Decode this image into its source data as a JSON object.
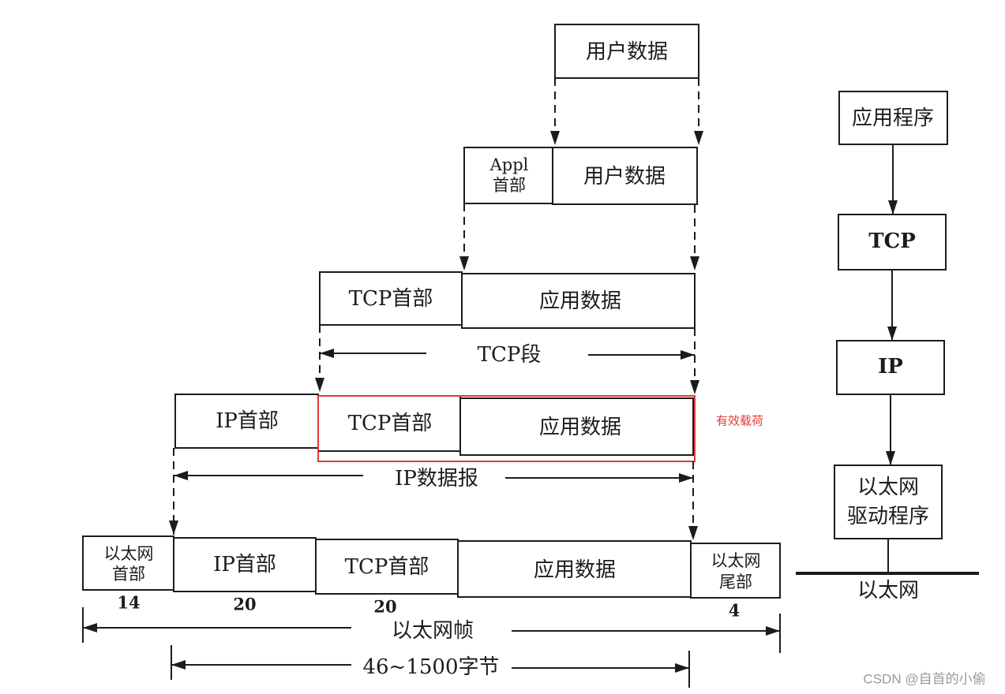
{
  "diagram": {
    "user_data_box": "用户数据",
    "appl_row": {
      "appl_header": [
        "Appl",
        "首部"
      ],
      "user_data": "用户数据"
    },
    "tcp_row": {
      "tcp_header": "TCP首部",
      "app_data": "应用数据"
    },
    "tcp_segment_label": "TCP段",
    "ip_row": {
      "ip_header": "IP首部",
      "tcp_header": "TCP首部",
      "app_data": "应用数据"
    },
    "payload_label": "有效载荷",
    "ip_datagram_label": "IP数据报",
    "ethernet_row": {
      "eth_header": [
        "以太网",
        "首部"
      ],
      "ip_header": "IP首部",
      "tcp_header": "TCP首部",
      "app_data": "应用数据",
      "eth_trailer": [
        "以太网",
        "尾部"
      ]
    },
    "field_sizes": {
      "eth_header": "14",
      "ip_header": "20",
      "tcp_header": "20",
      "eth_trailer": "4"
    },
    "ethernet_frame_label": "以太网帧",
    "payload_size_label": "46~1500字节"
  },
  "protocol_stack": {
    "layers": [
      {
        "lines": [
          "应用程序"
        ]
      },
      {
        "lines": [
          "TCP"
        ]
      },
      {
        "lines": [
          "IP"
        ]
      },
      {
        "lines": [
          "以太网",
          "驱动程序"
        ]
      }
    ],
    "network_label": "以太网"
  },
  "watermark": "CSDN @自首的小偷",
  "colors": {
    "line": "#1c1c1c",
    "highlight": "#e53935",
    "watermark": "#9a9a9a"
  }
}
